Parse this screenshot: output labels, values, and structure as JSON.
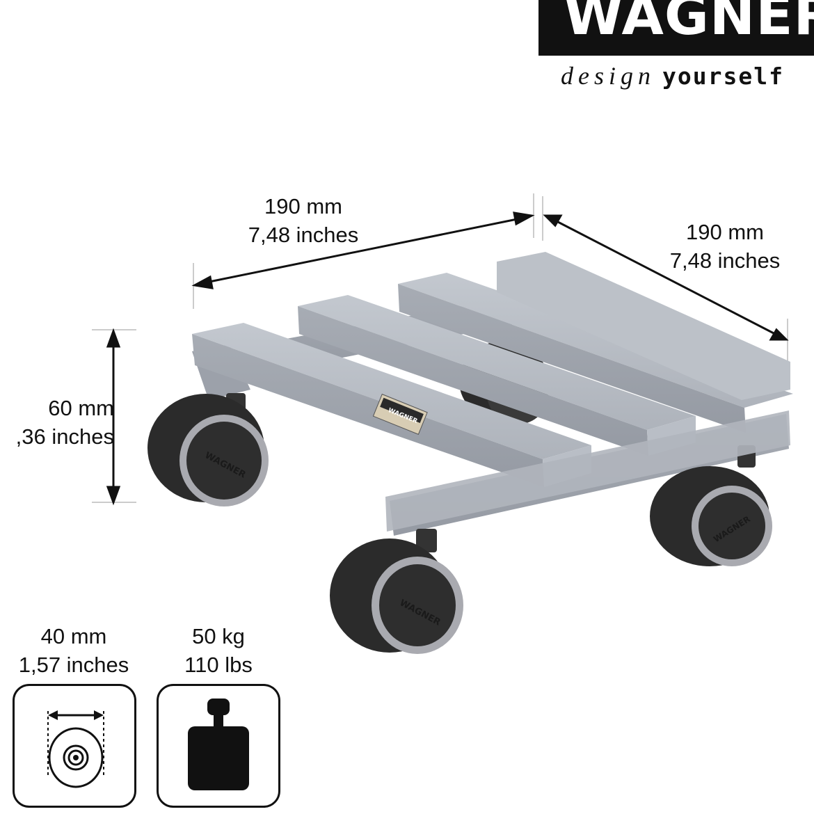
{
  "brand": {
    "logo": "WAGNER",
    "tagline_light": "design",
    "tagline_bold": "yourself",
    "colors": {
      "logo_bg": "#111111",
      "logo_text": "#ffffff"
    }
  },
  "dimensions": {
    "width": {
      "metric": "190 mm",
      "imperial": "7,48 inches"
    },
    "depth": {
      "metric": "190 mm",
      "imperial": "7,48 inches"
    },
    "height": {
      "metric": "60 mm",
      "imperial": ",36 inches"
    }
  },
  "specs": {
    "wheel": {
      "metric": "40 mm",
      "imperial": "1,57 inches",
      "icon": "wheel-diameter-icon"
    },
    "load": {
      "metric": "50 kg",
      "imperial": "110 lbs",
      "icon": "weight-icon"
    }
  },
  "product": {
    "label": "WAGNER",
    "hub_label": "WAGNER",
    "colors": {
      "wood": "#b4b9c1",
      "wheel": "#2b2b2b",
      "rim": "#a9aab0"
    }
  }
}
